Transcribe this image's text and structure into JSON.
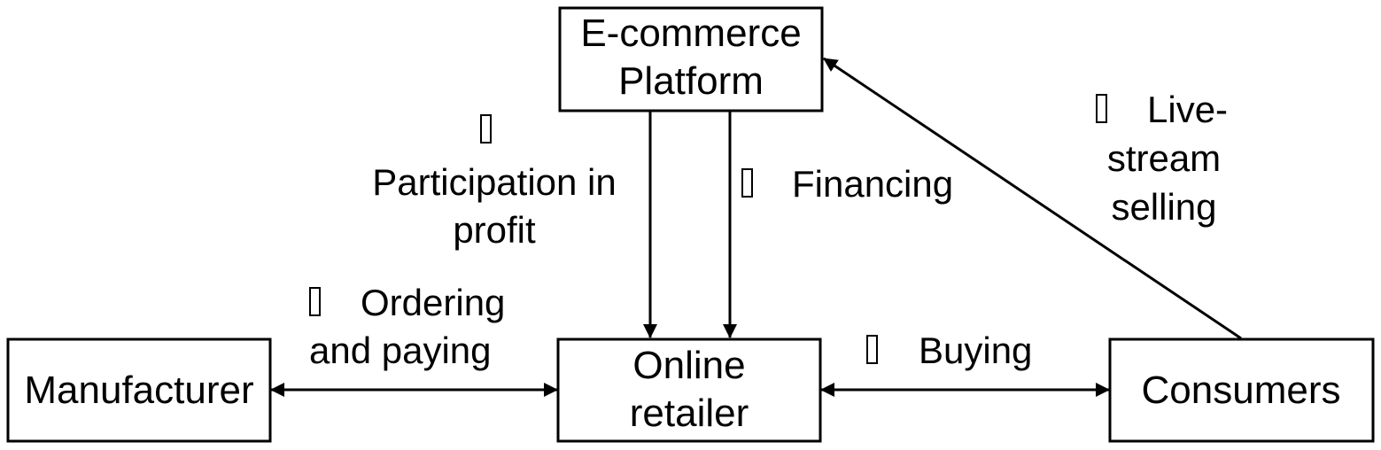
{
  "nodes": {
    "platform": {
      "lines": [
        "E-commerce",
        "Platform"
      ]
    },
    "manufacturer": {
      "lines": [
        "Manufacturer"
      ]
    },
    "retailer": {
      "lines": [
        "Online",
        "retailer"
      ]
    },
    "consumers": {
      "lines": [
        "Consumers"
      ]
    }
  },
  "edges": {
    "profit": {
      "lines": [
        "Participation in",
        "profit"
      ]
    },
    "financing": {
      "lines": [
        "Financing"
      ]
    },
    "ordering": {
      "lines": [
        "Ordering",
        "and paying"
      ]
    },
    "buying": {
      "lines": [
        "Buying"
      ]
    },
    "livestream": {
      "lines": [
        "Live-",
        "stream",
        "selling"
      ]
    }
  }
}
